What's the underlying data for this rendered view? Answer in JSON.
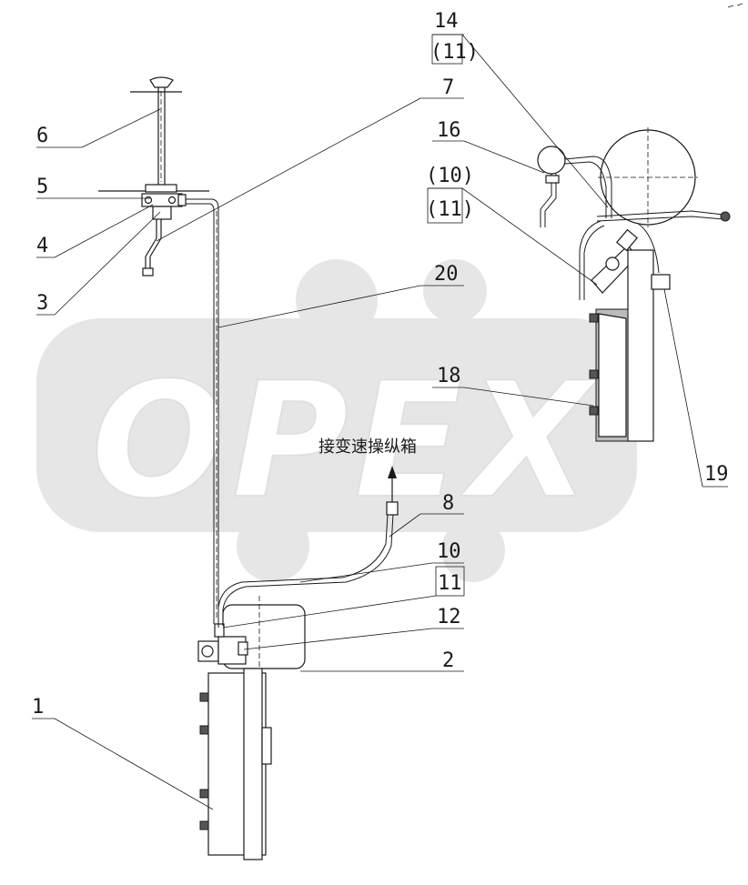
{
  "watermark": {
    "text": "OPEX"
  },
  "note": {
    "text": "接变速操纵箱"
  },
  "callouts": {
    "c1": "1",
    "c2": "2",
    "c3": "3",
    "c4": "4",
    "c5": "5",
    "c6": "6",
    "c7": "7",
    "c8": "8",
    "c10a": "10",
    "c11a": "11",
    "c12": "12",
    "c14": "14",
    "c11b": "(11)",
    "c16": "16",
    "c10b": "(10)",
    "c11c": "(11)",
    "c18": "18",
    "c19": "19",
    "c20": "20"
  }
}
